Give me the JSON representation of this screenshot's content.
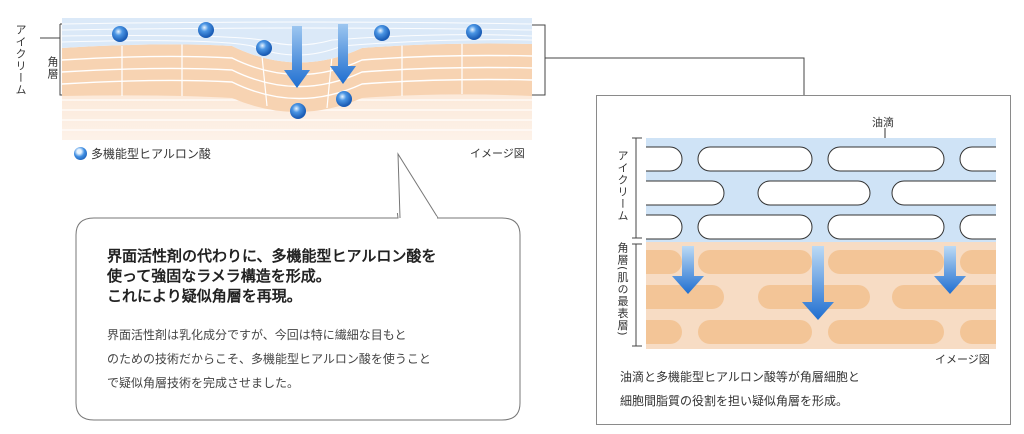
{
  "left_diagram": {
    "label_cream": "アイクリーム",
    "label_stratum": "角層",
    "legend_label": "多機能型ヒアルロン酸",
    "image_caption": "イメージ図",
    "colors": {
      "cream": "#dbe9f8",
      "corneum": "#f8d9be",
      "sphere": "#2f7fd8",
      "arrow": "#2f7fd8"
    }
  },
  "callout": {
    "headline": [
      "界面活性剤の代わりに、多機能型ヒアルロン酸を",
      "使って強固なラメラ構造を形成。",
      "これにより疑似角層を再現。"
    ],
    "body": [
      "界面活性剤は乳化成分ですが、今回は特に繊細な目もと",
      "のための技術だからこそ、多機能型ヒアルロン酸を使うこと",
      "で疑似角層技術を完成させました。"
    ]
  },
  "right_diagram": {
    "oil_label": "油滴",
    "label_cream": "アイクリーム",
    "label_stratum": "角層(肌の最表層)",
    "image_caption": "イメージ図",
    "caption": [
      "油滴と多機能型ヒアルロン酸等が角層細胞と",
      "細胞間脂質の役割を担い疑似角層を形成。"
    ],
    "colors": {
      "cream": "#cfe3f6",
      "corneum": "#f7dcc4",
      "cell": "#f3c79d",
      "arrow": "#2f7fd8"
    }
  }
}
